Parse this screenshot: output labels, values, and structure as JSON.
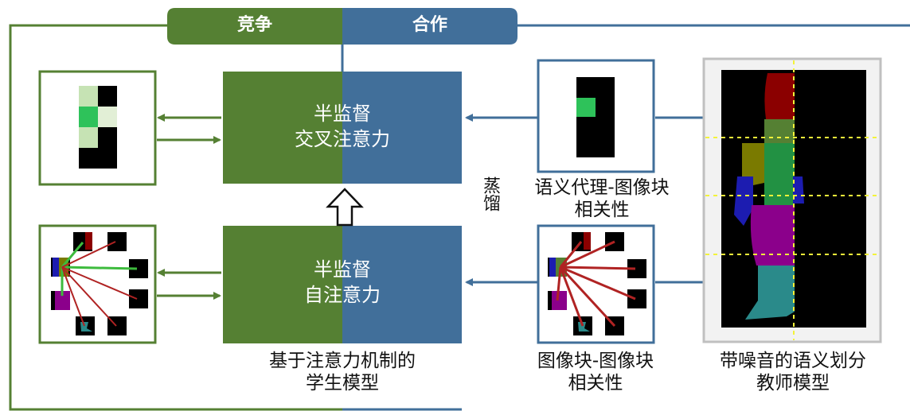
{
  "tabs": {
    "compete": "竞争",
    "cooperate": "合作"
  },
  "student": {
    "cross_attention": [
      "半监督",
      "交叉注意力"
    ],
    "self_attention": [
      "半监督",
      "自注意力"
    ],
    "caption": [
      "基于注意力机制的",
      "学生模型"
    ]
  },
  "relations": {
    "distill": "蒸馏",
    "proxy_patch": [
      "语义代理-图像块",
      "相关性"
    ],
    "patch_patch": [
      "图像块-图像块",
      "相关性"
    ]
  },
  "teacher": {
    "caption": [
      "带噪音的语义划分",
      "教师模型"
    ]
  },
  "colors": {
    "green": "#558033",
    "blue": "#416f9a",
    "dark_red": "#8b0000",
    "olive": "#7a7a00",
    "purple": "#8b008b",
    "teal": "#2a8a8a",
    "navy": "#1c1cb0",
    "bright_green": "#2ec25a",
    "light_green": "#c6e3b4"
  }
}
